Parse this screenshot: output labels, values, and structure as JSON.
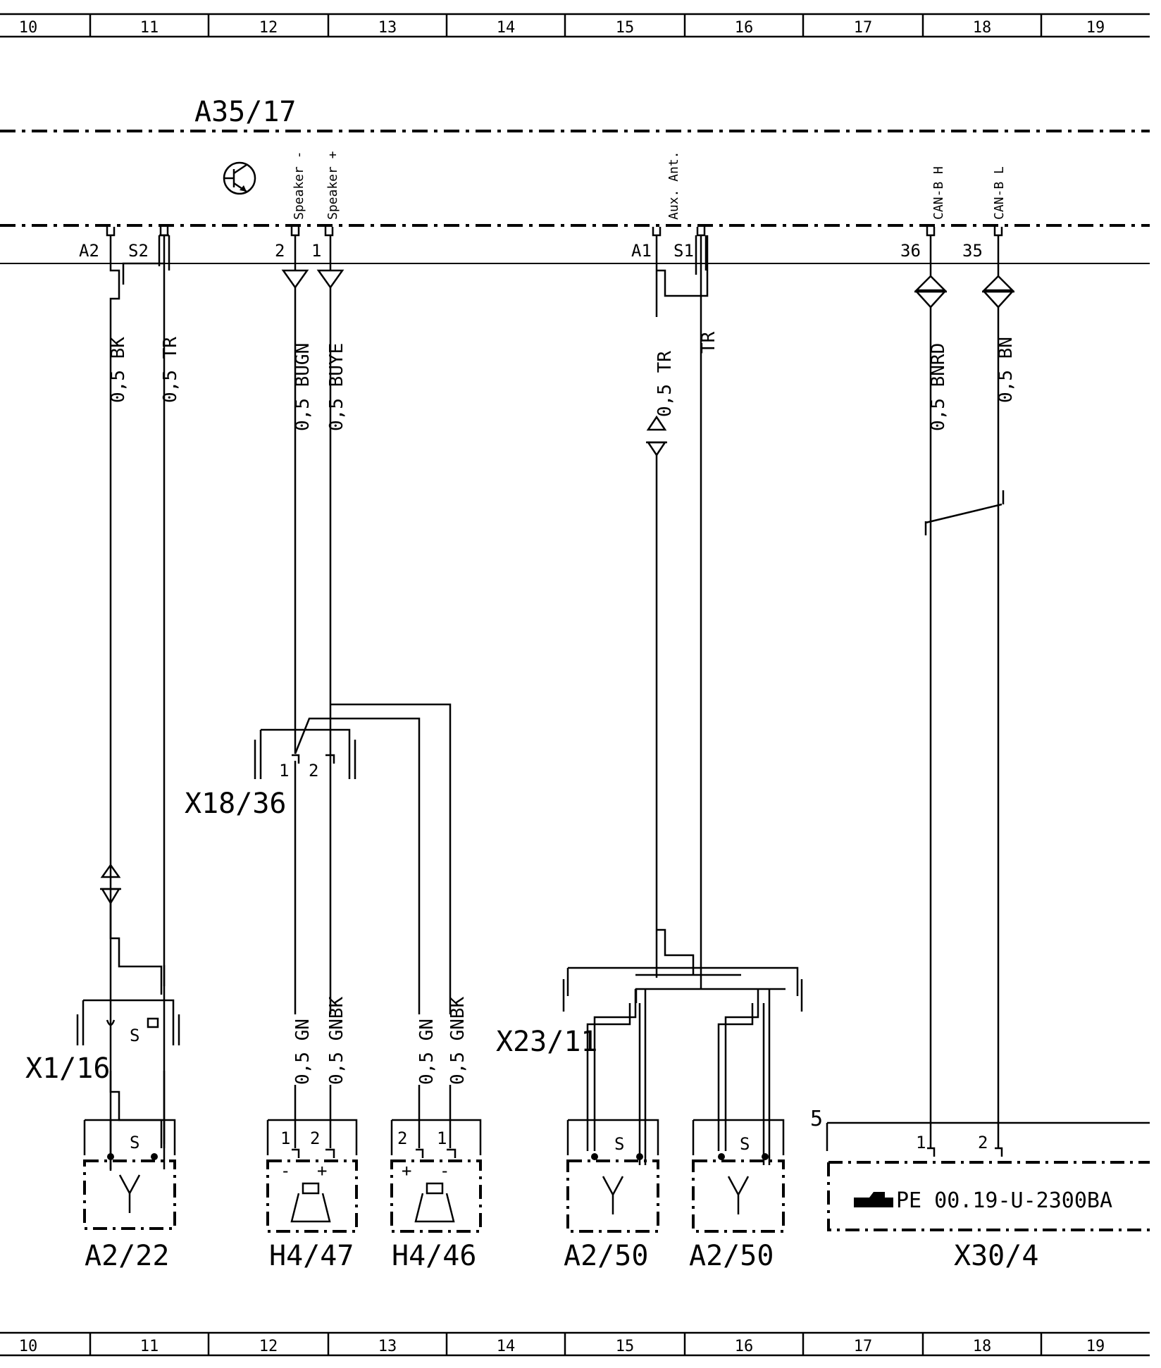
{
  "ruler": {
    "columns": [
      "10",
      "11",
      "12",
      "13",
      "14",
      "15",
      "16",
      "17",
      "18",
      "19"
    ]
  },
  "control_unit": {
    "label": "A35/17",
    "signals": {
      "speaker_minus": "Speaker -",
      "speaker_plus": "Speaker +",
      "aux_ant": "Aux. Ant.",
      "can_h": "CAN-B H",
      "can_l": "CAN-B L"
    },
    "pins": {
      "a2": "A2",
      "s2": "S2",
      "p2": "2",
      "p1": "1",
      "a1": "A1",
      "s1": "S1",
      "p36": "36",
      "p35": "35"
    }
  },
  "wires": {
    "w1": "0,5  BK",
    "w2": "0,5  TR",
    "w3": "0,5  BUGN",
    "w4": "0,5  BUYE",
    "w5": "0,5  TR",
    "w6": "TR",
    "w7": "0,5  BNRD",
    "w8": "0,5  BN",
    "w9": "0,5  GN",
    "w10": "0,5  GNBK",
    "w11": "0,5  GN",
    "w12": "0,5  GNBK"
  },
  "connectors": {
    "x18_36": {
      "label": "X18/36",
      "pin1": "1",
      "pin2": "2"
    },
    "x1_16": {
      "label": "X1/16",
      "pin": "S"
    },
    "x23_11": {
      "label": "X23/11"
    },
    "x30_4": {
      "label": "X30/4",
      "pin1": "1",
      "pin2": "2",
      "ref_num": "5",
      "ref_text": "PE  00.19-U-2300BA"
    }
  },
  "components": {
    "a2_22": {
      "label": "A2/22",
      "pin": "S"
    },
    "h4_47": {
      "label": "H4/47",
      "pin1": "1",
      "pin2": "2",
      "minus": "-",
      "plus": "+"
    },
    "h4_46": {
      "label": "H4/46",
      "pin1": "2",
      "pin2": "1",
      "plus": "+",
      "minus": "-"
    },
    "a2_50a": {
      "label": "A2/50",
      "pin": "S"
    },
    "a2_50b": {
      "label": "A2/50",
      "pin": "S"
    }
  }
}
